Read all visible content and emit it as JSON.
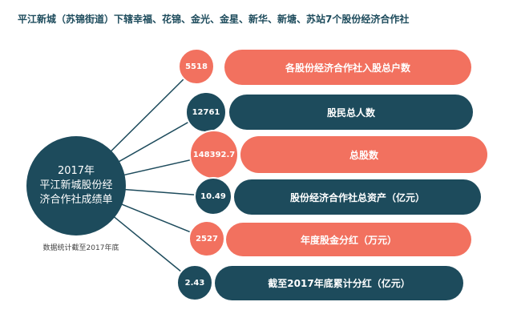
{
  "title": "平江新城（苏锦街道）下辖幸福、花锦、金光、金星、新华、新塘、苏站7个股份经济合作社",
  "hub": {
    "line1": "2017年",
    "line2": "平江新城股份经",
    "line3": "济合作社成绩单"
  },
  "note": "数据统计截至2017年底",
  "colors": {
    "teal": "#1d4b5c",
    "salmon": "#f2715f",
    "background": "#ffffff"
  },
  "items": [
    {
      "value": "5518",
      "label": "各股份经济合作社入股总户数",
      "color": "#f2715f"
    },
    {
      "value": "12761",
      "label": "股民总人数",
      "color": "#1d4b5c"
    },
    {
      "value": "148392.7",
      "label": "总股数",
      "color": "#f2715f"
    },
    {
      "value": "10.49",
      "label": "股份经济合作社总资产（亿元）",
      "color": "#1d4b5c"
    },
    {
      "value": "2527",
      "label": "年度股金分红（万元）",
      "color": "#f2715f"
    },
    {
      "value": "2.43",
      "label": "截至2017年底累计分红（亿元）",
      "color": "#1d4b5c"
    }
  ]
}
